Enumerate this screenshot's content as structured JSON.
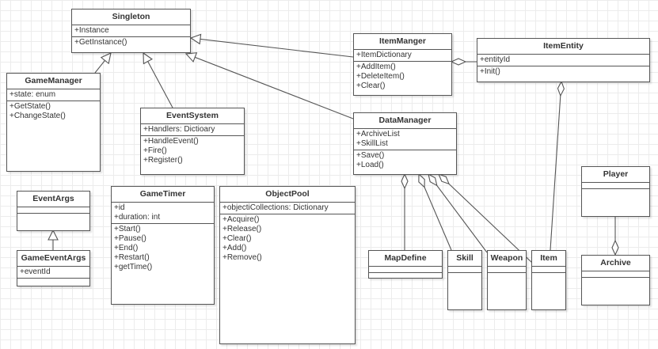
{
  "classes": {
    "singleton": {
      "name": "Singleton",
      "attributes": [
        "+Instance"
      ],
      "operations": [
        "+GetInstance()"
      ]
    },
    "game_manager": {
      "name": "GameManager",
      "attributes": [
        "+state: enum"
      ],
      "operations": [
        "+GetState()",
        "+ChangeState()"
      ]
    },
    "event_system": {
      "name": "EventSystem",
      "attributes": [
        "+Handlers: Dictioary"
      ],
      "operations": [
        "+HandleEvent()",
        "+Fire()",
        "+Register()"
      ]
    },
    "item_manger": {
      "name": "ItemManger",
      "attributes": [
        "+ItemDictionary"
      ],
      "operations": [
        "+AddItem()",
        "+DeleteItem()",
        "+Clear()"
      ]
    },
    "item_entity": {
      "name": "ItemEntity",
      "attributes": [
        "+entityId"
      ],
      "operations": [
        "+Init()"
      ]
    },
    "data_manager": {
      "name": "DataManager",
      "attributes": [
        "+ArchiveList",
        "+SkillList"
      ],
      "operations": [
        "+Save()",
        "+Load()"
      ]
    },
    "event_args": {
      "name": "EventArgs",
      "attributes": [],
      "operations": []
    },
    "game_event_args": {
      "name": "GameEventArgs",
      "attributes": [
        "+eventId"
      ],
      "operations": []
    },
    "game_timer": {
      "name": "GameTimer",
      "attributes": [
        "+id",
        "+duration: int"
      ],
      "operations": [
        "+Start()",
        "+Pause()",
        "+End()",
        "+Restart()",
        "+getTime()"
      ]
    },
    "object_pool": {
      "name": "ObjectPool",
      "attributes": [
        "+objectiCollections: Dictionary"
      ],
      "operations": [
        "+Acquire()",
        "+Release()",
        "+Clear()",
        "+Add()",
        "+Remove()"
      ]
    },
    "map_define": {
      "name": "MapDefine",
      "attributes": [],
      "operations": []
    },
    "skill": {
      "name": "Skill",
      "attributes": [],
      "operations": []
    },
    "weapon": {
      "name": "Weapon",
      "attributes": [],
      "operations": []
    },
    "item": {
      "name": "Item",
      "attributes": [],
      "operations": []
    },
    "player": {
      "name": "Player",
      "attributes": [],
      "operations": []
    },
    "archive": {
      "name": "Archive",
      "attributes": [],
      "operations": []
    }
  },
  "relationships": [
    {
      "type": "inheritance",
      "from": "GameManager",
      "to": "Singleton"
    },
    {
      "type": "inheritance",
      "from": "EventSystem",
      "to": "Singleton"
    },
    {
      "type": "inheritance",
      "from": "DataManager",
      "to": "Singleton"
    },
    {
      "type": "inheritance",
      "from": "ItemManger",
      "to": "Singleton"
    },
    {
      "type": "inheritance",
      "from": "GameEventArgs",
      "to": "EventArgs"
    },
    {
      "type": "aggregation",
      "whole": "ItemManger",
      "part": "ItemEntity"
    },
    {
      "type": "aggregation",
      "whole": "ItemEntity",
      "part": "Item"
    },
    {
      "type": "aggregation",
      "whole": "DataManager",
      "part": "MapDefine"
    },
    {
      "type": "aggregation",
      "whole": "DataManager",
      "part": "Skill"
    },
    {
      "type": "aggregation",
      "whole": "DataManager",
      "part": "Weapon"
    },
    {
      "type": "aggregation",
      "whole": "DataManager",
      "part": "Item"
    },
    {
      "type": "aggregation",
      "whole": "Archive",
      "part": "Player"
    }
  ],
  "colors": {
    "line": "#555555",
    "grid": "#ececec"
  }
}
